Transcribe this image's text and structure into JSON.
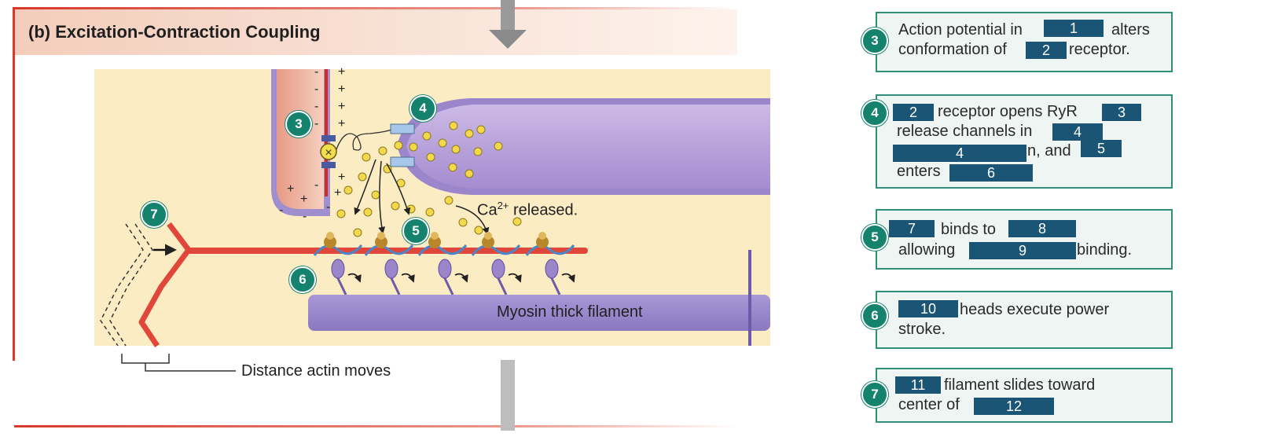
{
  "panel_title": "(b) Excitation-Contraction Coupling",
  "diagram_labels": {
    "ca_released_prefix": "Ca",
    "ca_released_sup": "2+",
    "ca_released_suffix": " released.",
    "myosin": "Myosin thick filament",
    "distance": "Distance actin moves",
    "plus": "+",
    "minus": "-",
    "cross": "×"
  },
  "diagram_steps": [
    "3",
    "4",
    "5",
    "6",
    "7"
  ],
  "cards": [
    {
      "step": "3",
      "line1_a": "Action potential in",
      "line1_b": "alters",
      "line2_a": "conformation of",
      "line2_b": "receptor.",
      "blanks": [
        "1",
        "2"
      ]
    },
    {
      "step": "4",
      "line1_b": "receptor opens RyR",
      "line2_a": "release channels in",
      "line3_b": "n, and",
      "line4_a": "enters",
      "blanks": [
        "2",
        "3",
        "4",
        "4",
        "5",
        "6"
      ]
    },
    {
      "step": "5",
      "line1_b": "binds to",
      "line2_a": "allowing",
      "line2_b": "binding.",
      "blanks": [
        "7",
        "8",
        "9"
      ]
    },
    {
      "step": "6",
      "line1_b": "heads execute power",
      "line2_a": "stroke.",
      "blanks": [
        "10"
      ]
    },
    {
      "step": "7",
      "line1_b": "filament slides toward",
      "line2_a": "center of",
      "blanks": [
        "11",
        "12"
      ]
    }
  ],
  "colors": {
    "background_tan": "#fbecc3",
    "membrane_red": "#d73a2e",
    "sr_purple": "#b9a3d9",
    "actin_red": "#e0473a",
    "myosin_purple": "#8e7cc3",
    "calcium_yellow": "#f2d84a",
    "step_green": "#14826c",
    "blank_blue": "#1a5576"
  }
}
